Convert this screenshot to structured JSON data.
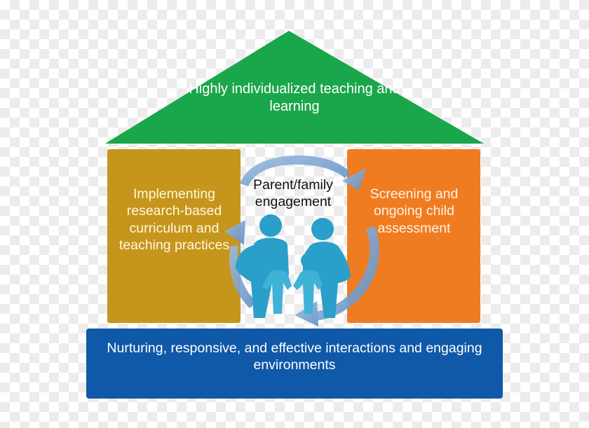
{
  "roof": {
    "text": "Highly individualized teaching and learning",
    "color": "#1aa64a"
  },
  "left_pillar": {
    "text": "Implementing research-based curriculum and teaching practices",
    "color": "#c6961c"
  },
  "right_pillar": {
    "text": "Screening and ongoing child assessment",
    "color": "#f07c22"
  },
  "center": {
    "text": "Parent/family engagement",
    "figures_icon": "family-icon",
    "cycle_icon": "cycle-arrows-icon"
  },
  "base": {
    "text": "Nurturing, responsive, and effective interactions and engaging environments",
    "color": "#1058a8"
  },
  "colors": {
    "family": "#2a9fc9",
    "arrows": "#6f9fcf"
  }
}
